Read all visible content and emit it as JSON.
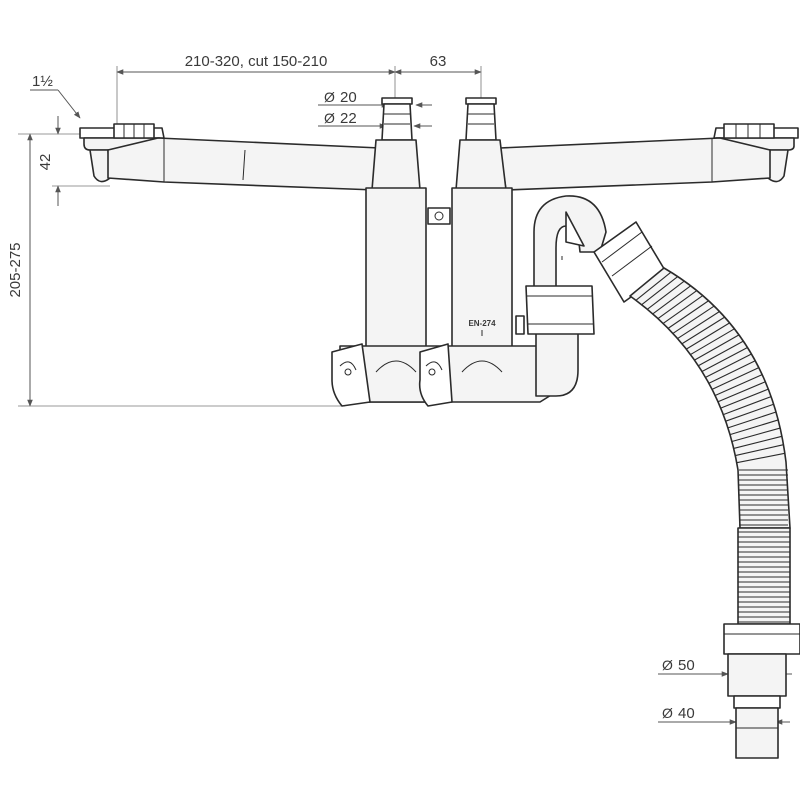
{
  "dimensions": {
    "width_top": "210-320, cut 150-210",
    "width_right": "63",
    "hose_small_1": "20",
    "hose_small_2": "22",
    "thread": "1½",
    "flange_height": "42",
    "total_height": "205-275",
    "outlet_large": "50",
    "outlet_small": "40"
  },
  "labels": {
    "standard": "EN-274",
    "diameter_symbol": "Ø"
  }
}
